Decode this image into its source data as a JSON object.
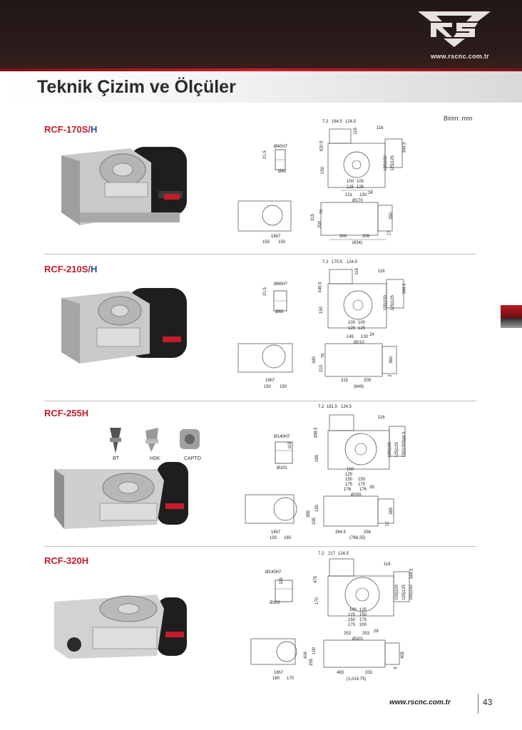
{
  "header": {
    "site": "www.rscnc.com.tr",
    "logo_icon": "rs-logo-icon"
  },
  "page": {
    "title": "Teknik Çizim ve Ölçüler",
    "unit": "Birim: mm",
    "page_number": "43",
    "footer_site": "www.rscnc.com.tr"
  },
  "colors": {
    "accent_red": "#c41c2a",
    "accent_blue": "#1e4ea8",
    "header_dark": "#221816"
  },
  "sections": [
    {
      "model": "RCF-170S/",
      "suffix": "H",
      "bore_top": "Ø40H7",
      "bore_bottom": "Ø40",
      "bore_side": "21.5",
      "top_dims": [
        "7.2",
        "164.5",
        "124.5",
        "116",
        "116",
        "420.5",
        "344.5",
        "150",
        "100|100",
        "125|125",
        "100",
        "100",
        "125",
        "125"
      ],
      "side_dims": [
        "131",
        "130",
        "24",
        "Ø170",
        "315",
        "70",
        "200",
        "350",
        "17",
        "18h7",
        "150",
        "150",
        "300",
        "209",
        "(634)"
      ]
    },
    {
      "model": "RCF-210S/",
      "suffix": "H",
      "bore_top": "Ø65H7",
      "bore_bottom": "Ø65",
      "bore_side": "21.5",
      "top_dims": [
        "7.2",
        "170.5",
        "124.5",
        "116",
        "116",
        "445.5",
        "344.5",
        "150",
        "100|100",
        "125|125",
        "100",
        "100",
        "125",
        "125"
      ],
      "side_dims": [
        "145",
        "130",
        "24",
        "Ø210",
        "340",
        "76",
        "210",
        "360",
        "2",
        "18h7",
        "150",
        "150",
        "315",
        "209",
        "(649)"
      ]
    },
    {
      "model": "RCF-255H",
      "suffix": "",
      "bore_top": "Ø140H7",
      "bore_bottom": "Ø100",
      "bore_side": "115",
      "tools": [
        "BT",
        "HSK",
        "CAPTO"
      ],
      "top_dims": [
        "7.2",
        "181.5",
        "124.5",
        "116",
        "458.5",
        "344.5",
        "165",
        "100|100",
        "125|125",
        "150|150",
        "100",
        "125",
        "150",
        "175",
        "150",
        "175"
      ],
      "side_dims": [
        "176",
        "176",
        "26",
        "Ø255",
        "385",
        "150",
        "235",
        "385",
        "12",
        "18h7",
        "193",
        "165",
        "384.5",
        "256",
        "(766.25)"
      ]
    },
    {
      "model": "RCF-320H",
      "suffix": "",
      "bore_top": "Ø140H7",
      "bore_bottom": "Ø100",
      "bore_side": "115",
      "top_dims": [
        "7.2",
        "217",
        "124.5",
        "116",
        "475",
        "344.5",
        "170",
        "100|100",
        "125|125",
        "150|150",
        "100",
        "125",
        "125",
        "150",
        "150",
        "175",
        "175",
        "200"
      ],
      "side_dims": [
        "253",
        "253",
        "26",
        "Ø320",
        "416",
        "100",
        "255",
        "405",
        "5",
        "18h7",
        "180",
        "170",
        "483",
        "333",
        "(1,014.75)"
      ]
    }
  ]
}
